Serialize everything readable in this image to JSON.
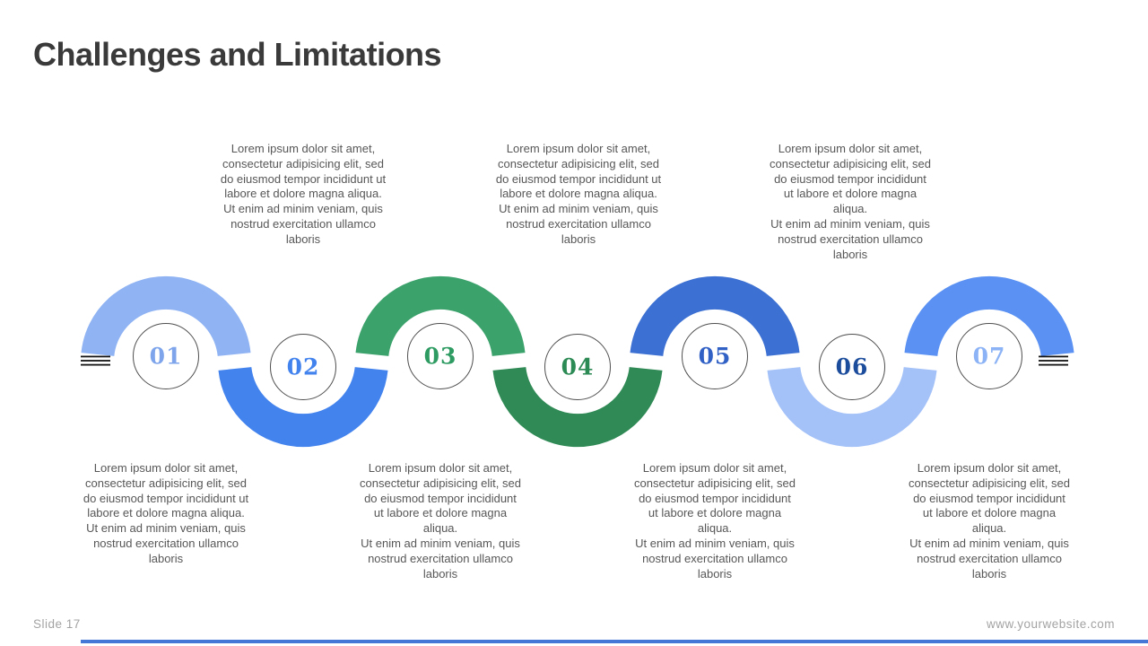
{
  "title": "Challenges and Limitations",
  "footer": {
    "slide_label": "Slide 17",
    "website": "www.yourwebsite.com"
  },
  "accent_bar_color": "#4577d6",
  "steps": [
    {
      "number": "01",
      "direction": "up",
      "arc_color": "#8FB3F3",
      "number_color": "#7EA5EC"
    },
    {
      "number": "02",
      "direction": "down",
      "arc_color": "#4383EE",
      "number_color": "#4383EE"
    },
    {
      "number": "03",
      "direction": "up",
      "arc_color": "#3CA26C",
      "number_color": "#2E9C62"
    },
    {
      "number": "04",
      "direction": "down",
      "arc_color": "#2F8A55",
      "number_color": "#2C8A54"
    },
    {
      "number": "05",
      "direction": "up",
      "arc_color": "#3C70D2",
      "number_color": "#3261C6"
    },
    {
      "number": "06",
      "direction": "down",
      "arc_color": "#A4C2F8",
      "number_color": "#1C4C9C"
    },
    {
      "number": "07",
      "direction": "up",
      "arc_color": "#5A91F2",
      "number_color": "#8CB3F5"
    }
  ],
  "descriptions": {
    "top": [
      {
        "text": "Lorem ipsum dolor sit amet,\nconsectetur adipisicing elit, sed\ndo eiusmod tempor incididunt ut\nlabore et dolore magna aliqua.\nUt enim ad minim veniam, quis\nnostrud exercitation ullamco\nlaboris"
      },
      {
        "text": "Lorem ipsum dolor sit amet,\nconsectetur adipisicing elit, sed\ndo eiusmod tempor incididunt ut\nlabore et dolore magna aliqua.\nUt enim ad minim veniam, quis\nnostrud exercitation ullamco\nlaboris"
      },
      {
        "text": "Lorem ipsum dolor sit amet,\nconsectetur adipisicing elit, sed\ndo eiusmod tempor incididunt\nut labore et dolore magna\naliqua.\nUt enim ad minim veniam, quis\nnostrud exercitation ullamco\nlaboris"
      }
    ],
    "bottom": [
      {
        "text": "Lorem ipsum dolor sit amet,\nconsectetur adipisicing elit, sed\ndo eiusmod tempor incididunt ut\nlabore et dolore magna aliqua.\nUt enim ad minim veniam, quis\nnostrud exercitation ullamco\nlaboris"
      },
      {
        "text": "Lorem ipsum dolor sit amet,\nconsectetur adipisicing elit, sed\ndo eiusmod tempor incididunt\nut labore et dolore magna\naliqua.\nUt enim ad minim veniam, quis\nnostrud exercitation ullamco\nlaboris"
      },
      {
        "text": "Lorem ipsum dolor sit amet,\nconsectetur adipisicing elit, sed\ndo eiusmod tempor incididunt\nut labore et dolore magna\naliqua.\nUt enim ad minim veniam, quis\nnostrud exercitation ullamco\nlaboris"
      },
      {
        "text": "Lorem ipsum dolor sit amet,\nconsectetur adipisicing elit, sed\ndo eiusmod tempor incididunt\nut labore et dolore magna\naliqua.\nUt enim ad minim veniam, quis\nnostrud exercitation ullamco\nlaboris"
      }
    ]
  }
}
